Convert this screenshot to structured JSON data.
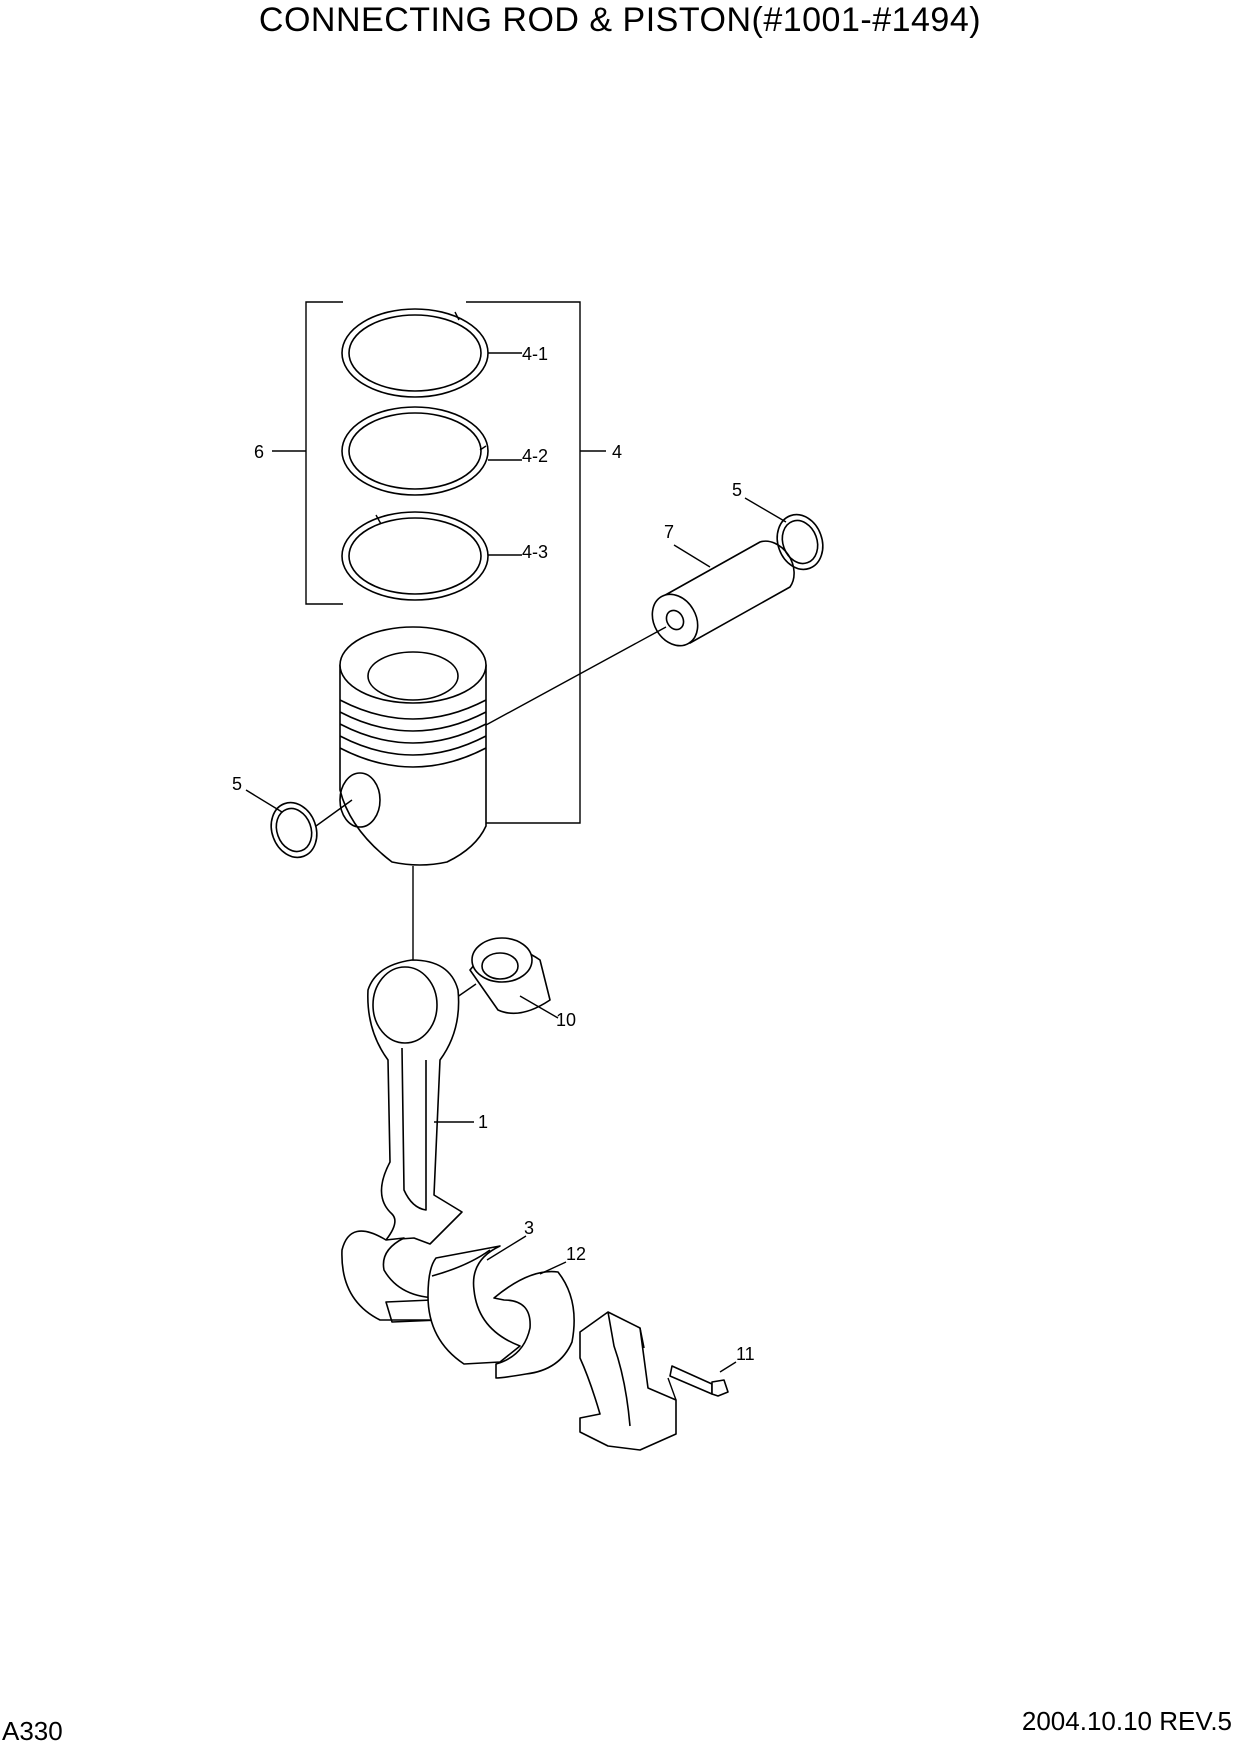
{
  "header": {
    "title": "CONNECTING ROD & PISTON(#1001-#1494)"
  },
  "footer": {
    "page_code": "A330",
    "revision": "2004.10.10  REV.5"
  },
  "callouts": {
    "c4_1": "4-1",
    "c4_2": "4-2",
    "c4_3": "4-3",
    "c4": "4",
    "c6": "6",
    "c5_top": "5",
    "c5_left": "5",
    "c7": "7",
    "c10": "10",
    "c1": "1",
    "c3": "3",
    "c12": "12",
    "c11": "11"
  }
}
